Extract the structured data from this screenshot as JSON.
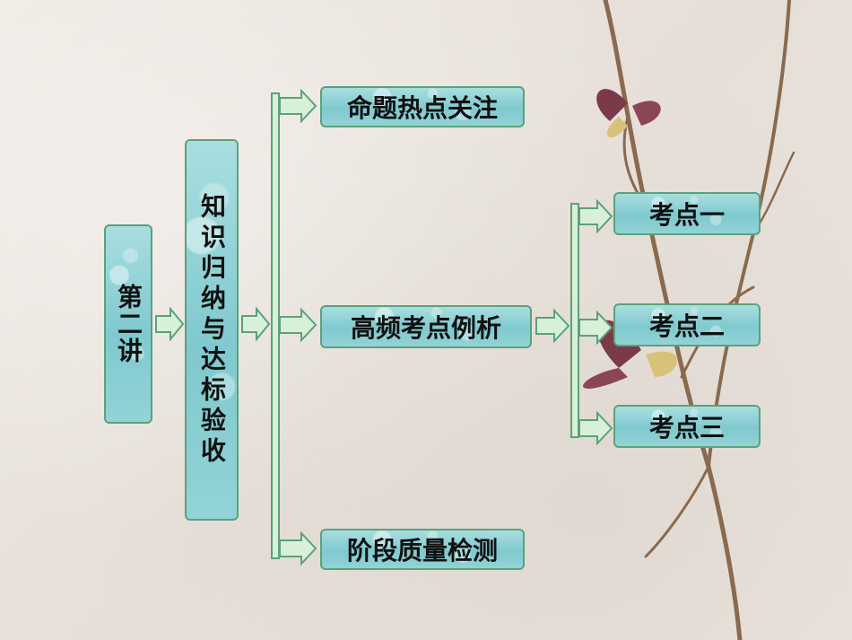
{
  "lecture": {
    "label": "第二讲"
  },
  "summary": {
    "label": "知识归纳与达标验收"
  },
  "branches": {
    "top": "命题热点关注",
    "middle": "高频考点例析",
    "bottom": "阶段质量检测"
  },
  "points": [
    "考点一",
    "考点二",
    "考点三"
  ],
  "colors": {
    "box_fill": "#7fc9cf",
    "box_border": "#5aa27a",
    "arrow_fill": "#d8f0d8"
  }
}
